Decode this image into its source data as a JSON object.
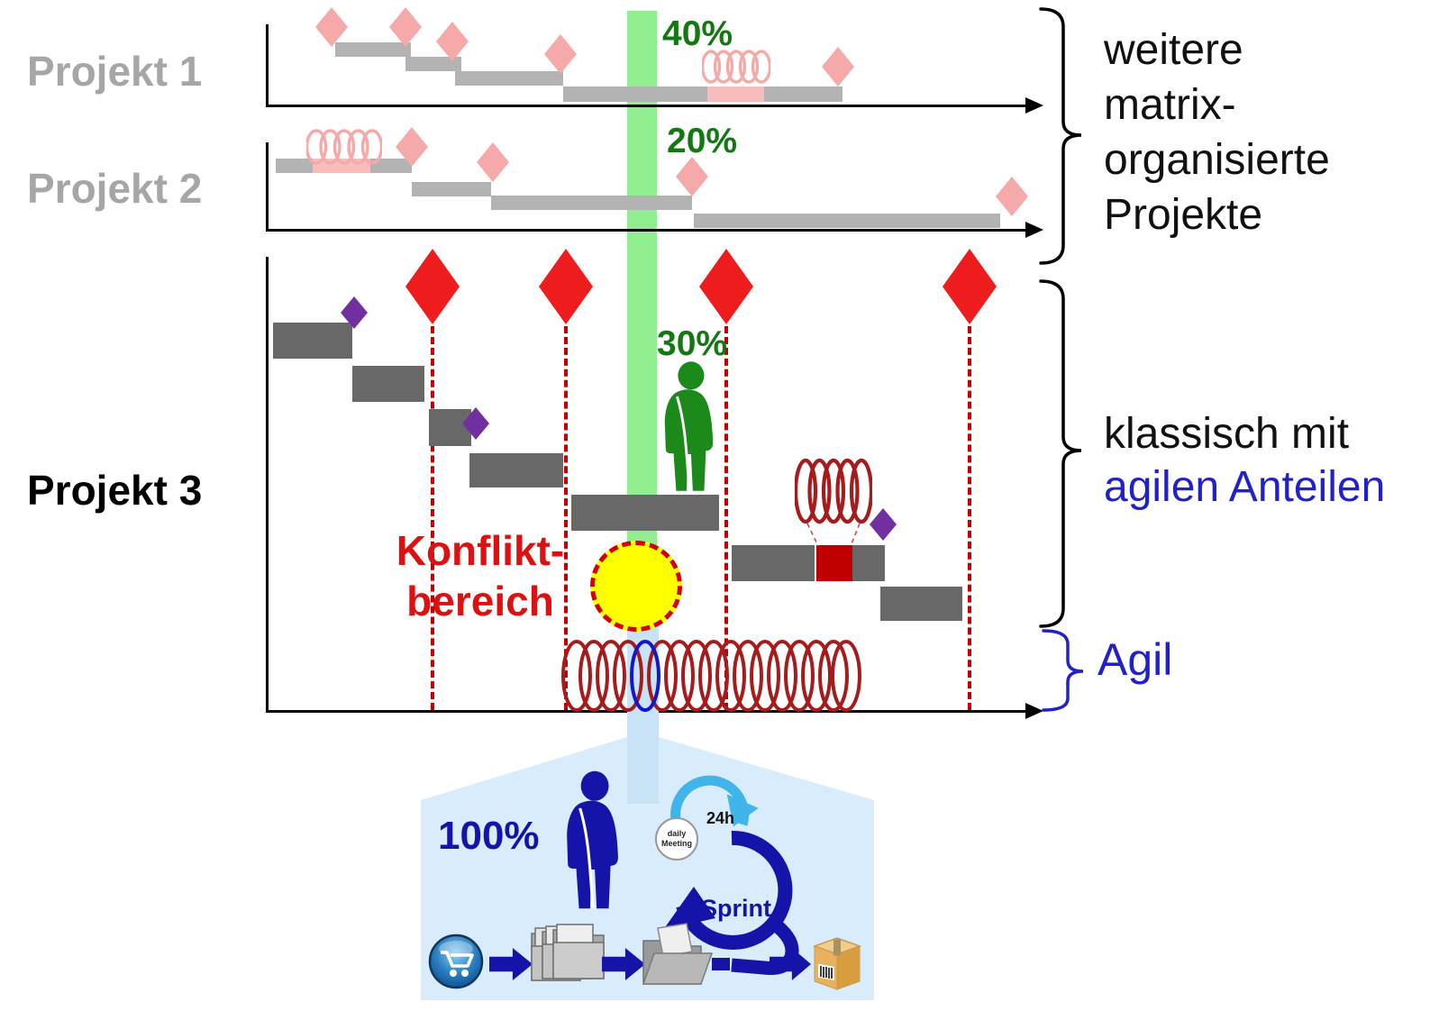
{
  "projects": [
    {
      "label": "Projekt 1",
      "allocation": "40%"
    },
    {
      "label": "Projekt 2",
      "allocation": "20%"
    },
    {
      "label": "Projekt 3",
      "allocation": "30%"
    }
  ],
  "annotations": {
    "matrix_brace_lines": [
      "weitere",
      "matrix-",
      "organisierte",
      "Projekte"
    ],
    "classic_line_black": "klassisch mit",
    "classic_line_blue": "agilen Anteilen",
    "agile_label": "Agil",
    "conflict_line1": "Konflikt-",
    "conflict_line2": "bereich"
  },
  "agile_detail": {
    "allocation": "100%",
    "daily_meeting_line1": "daily",
    "daily_meeting_line2": "Meeting",
    "daily_cycle": "24h",
    "sprint_label": "Sprint"
  },
  "colors": {
    "project_label_gray": "#a6a6a6",
    "light_bar_gray": "#b3b3b3",
    "dark_bar_gray": "#686868",
    "pink_milestone": "#f5a9a9",
    "red_milestone": "#ee1c1c",
    "dark_red": "#c00000",
    "coil_red": "#a61b1b",
    "purple_milestone": "#7030a0",
    "green_band": "#90ee90",
    "green_text": "#147714",
    "yellow_conflict": "#ffff00",
    "blue_text": "#2121cc",
    "navy_icons": "#1414a8",
    "cyan_arrow": "#41b4e9",
    "agile_panel_blue": "#d9ecfb"
  }
}
